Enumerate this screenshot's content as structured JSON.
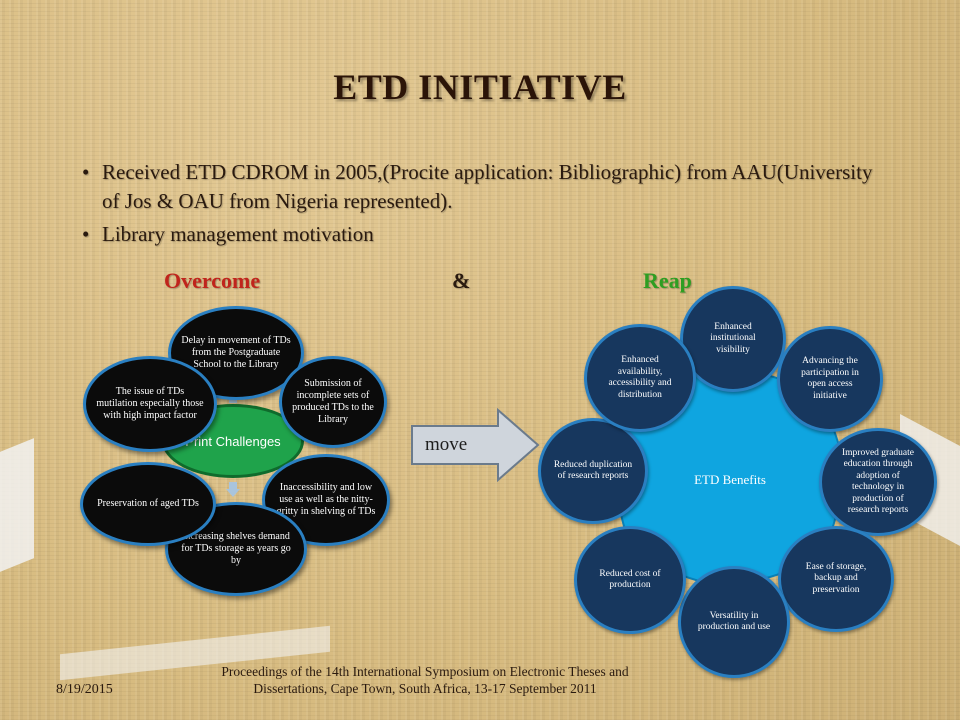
{
  "title": "ETD INITIATIVE",
  "bullets": [
    "Received ETD CDROM in 2005,(Procite application: Bibliographic) from AAU(University of Jos & OAU from Nigeria represented).",
    "Library management motivation"
  ],
  "overcome_reap": {
    "overcome": "Overcome",
    "amp": "&",
    "reap": "Reap"
  },
  "colors": {
    "overcome": "#c0241c",
    "reap": "#2e9e22",
    "challenge_center": "#1fa34b",
    "benefit_center": "#0fa5e0",
    "benefit_node": "#17375e"
  },
  "challenges": {
    "center": "Print Challenges",
    "items": [
      "Delay in movement of TDs from the Postgraduate School to the Library",
      "Submission of incomplete sets of produced TDs to the Library",
      "Inaccessibility and low use as well as the nitty-gritty in shelving of TDs",
      "Increasing shelves demand for TDs storage as years go by",
      "Preservation of aged TDs",
      "The issue of TDs mutilation especially those with high impact factor"
    ]
  },
  "arrow_label": "move",
  "benefits": {
    "center": "ETD Benefits",
    "items": [
      "Enhanced institutional visibility",
      "Advancing the participation in open access initiative",
      "Improved graduate education through adoption of technology in production of research reports",
      "Ease of storage, backup and preservation",
      "Versatility in production and use",
      "Reduced cost of production",
      "Reduced duplication of research reports",
      "Enhanced availability, accessibility and distribution"
    ]
  },
  "footer": {
    "date": "8/19/2015",
    "proceedings": "Proceedings of the 14th International Symposium on Electronic Theses and Dissertations, Cape Town, South Africa, 13-17 September 2011"
  }
}
